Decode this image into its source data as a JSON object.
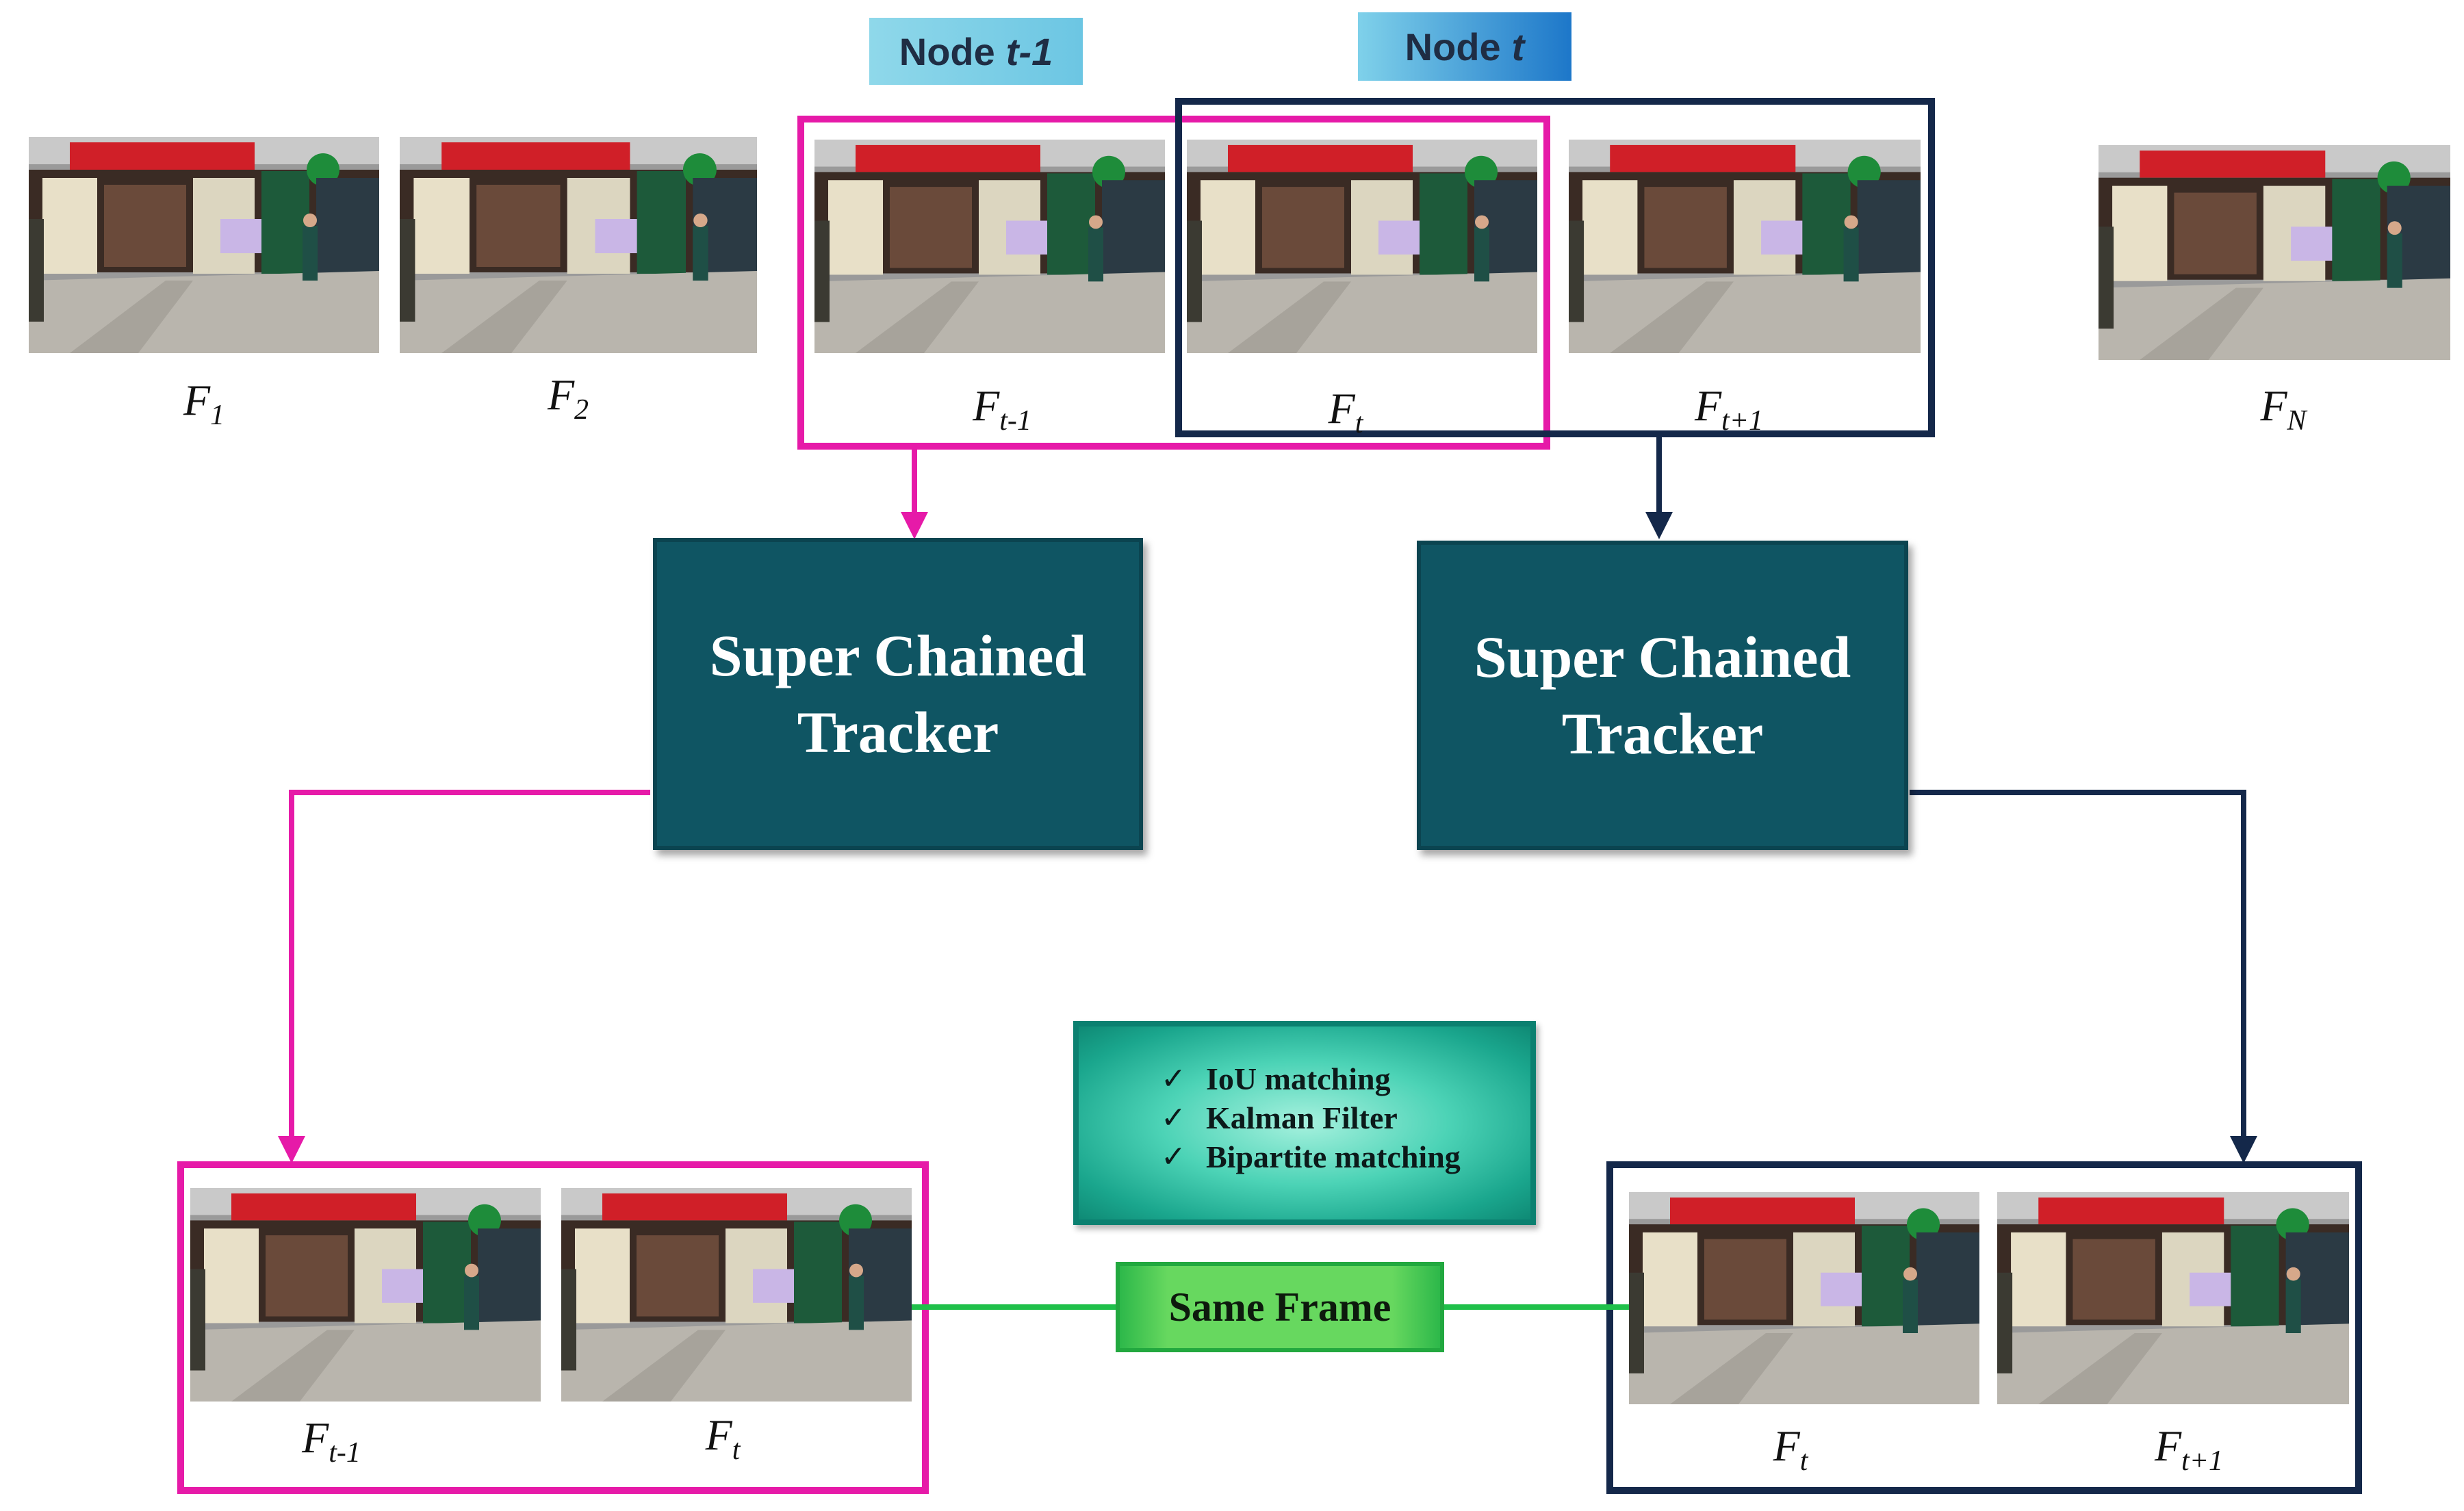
{
  "nodes": {
    "prev": {
      "label": "Node",
      "var": "t-1"
    },
    "curr": {
      "label": "Node",
      "var": "t"
    }
  },
  "top_frames": [
    {
      "label": "F",
      "sub": "1"
    },
    {
      "label": "F",
      "sub": "2"
    },
    {
      "label": "F",
      "sub": "t-1"
    },
    {
      "label": "F",
      "sub": "t"
    },
    {
      "label": "F",
      "sub": "t+1"
    },
    {
      "label": "F",
      "sub": "N"
    }
  ],
  "trackers": {
    "left": {
      "line1": "Super Chained",
      "line2": "Tracker"
    },
    "right": {
      "line1": "Super Chained",
      "line2": "Tracker"
    }
  },
  "methods": [
    "IoU matching",
    "Kalman Filter",
    "Bipartite matching"
  ],
  "check_glyph": "✓",
  "same_frame": "Same Frame",
  "bottom_left_frames": [
    {
      "label": "F",
      "sub": "t-1"
    },
    {
      "label": "F",
      "sub": "t"
    }
  ],
  "bottom_right_frames": [
    {
      "label": "F",
      "sub": "t"
    },
    {
      "label": "F",
      "sub": "t+1"
    }
  ],
  "colors": {
    "magenta": "#e61aa8",
    "navy": "#14284a",
    "green": "#1fc04a",
    "tracker": "#0f5563"
  }
}
